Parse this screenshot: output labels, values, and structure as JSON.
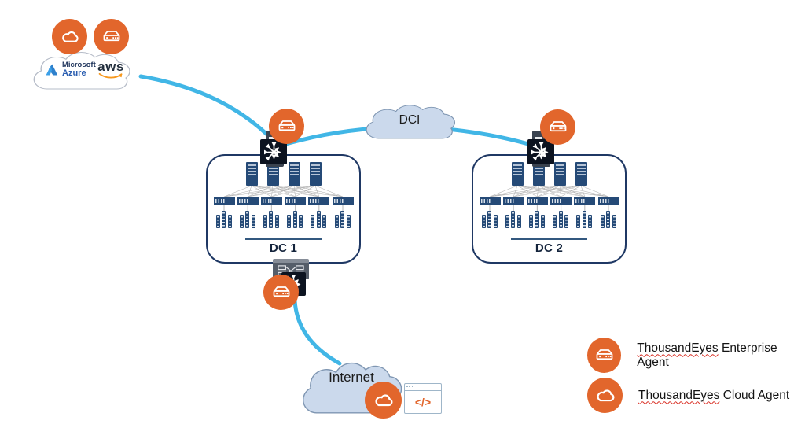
{
  "colors": {
    "orange": "#E2662C",
    "link_blue": "#41B6E6",
    "navy": "#1F3864",
    "cloud_fill": "#CBD9EC",
    "cloud_stroke": "#7F96B2"
  },
  "provider_cloud": {
    "azure_line1": "Microsoft",
    "azure_line2": "Azure",
    "aws_label": "aws"
  },
  "clouds": {
    "dci_label": "DCI",
    "internet_label": "Internet"
  },
  "dc_boxes": [
    {
      "label": "DC 1",
      "spine_count": 4,
      "leaf_count": 6,
      "server_group_count": 6,
      "servers_per_group": 3
    },
    {
      "label": "DC 2",
      "spine_count": 4,
      "leaf_count": 6,
      "server_group_count": 6,
      "servers_per_group": 3
    }
  ],
  "code_widget": {
    "label": "</>"
  },
  "legend": {
    "items": [
      {
        "icon": "enterprise-agent-icon",
        "word": "ThousandEyes",
        "rest": " Enterprise Agent"
      },
      {
        "icon": "cloud-agent-icon",
        "word": "ThousandEyes",
        "rest": " Cloud Agent"
      }
    ]
  }
}
